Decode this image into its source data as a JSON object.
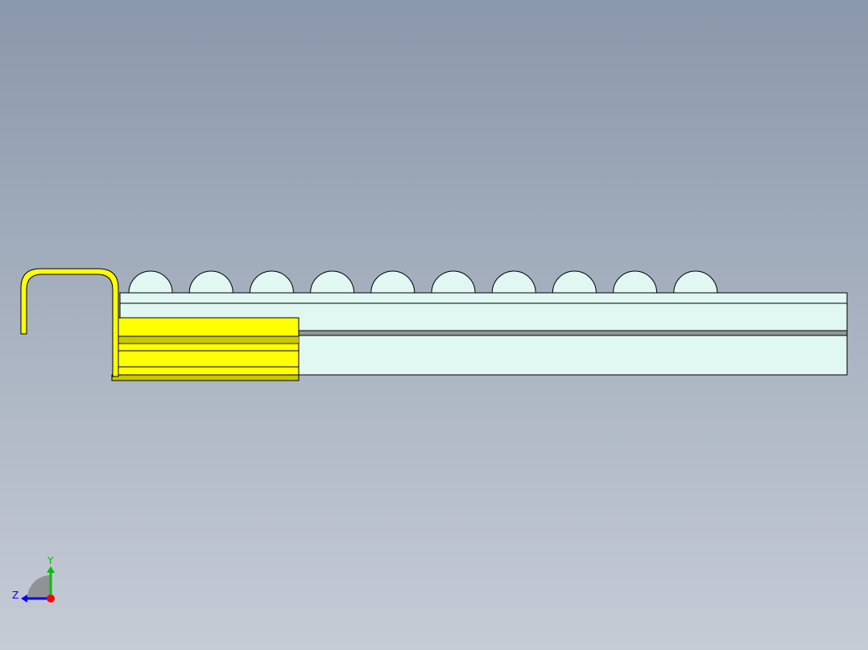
{
  "viewport": {
    "background_top": "#8a98ab",
    "background_bottom": "#c6ccd6"
  },
  "model": {
    "roller_count": 10,
    "colors": {
      "plate_fill": "#e0f7f2",
      "roller_fill": "#e0f7f2",
      "outline": "#000000",
      "gap_strip": "#8e9a99",
      "slider_yellow": "#ffff00",
      "hook_yellow": "#ffff00"
    }
  },
  "triad": {
    "y_label": "Y",
    "z_label": "Z",
    "colors": {
      "y_axis": "#00c000",
      "z_axis": "#0000ff",
      "x_origin": "#ff0000",
      "arc": "#808080"
    }
  }
}
